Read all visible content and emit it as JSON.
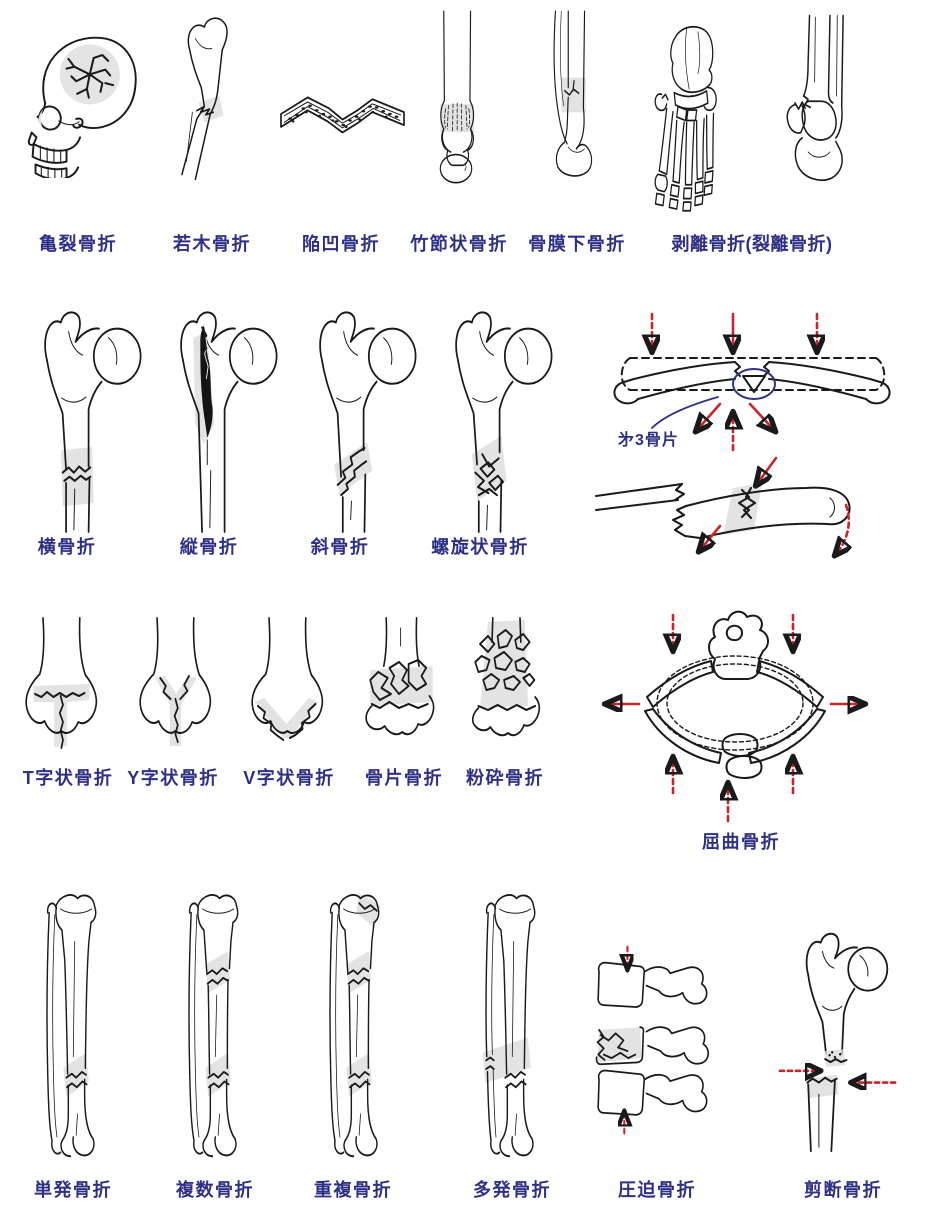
{
  "colors": {
    "label_text": "#2e3086",
    "arrow_red": "#c9252c",
    "line_black": "#1a1a1a",
    "shading_gray": "#dcdcdc"
  },
  "rows": [
    {
      "figures": [
        {
          "name": "skull-fissure",
          "label": "亀裂骨折"
        },
        {
          "name": "greenstick",
          "label": "若木骨折"
        },
        {
          "name": "depression",
          "label": "陥凹骨折"
        },
        {
          "name": "torus",
          "label": "竹節状骨折"
        },
        {
          "name": "subperiosteal",
          "label": "骨膜下骨折"
        },
        {
          "name": "avulsion",
          "label": "剥離骨折(裂離骨折)"
        }
      ]
    },
    {
      "figures": [
        {
          "name": "transverse",
          "label": "横骨折"
        },
        {
          "name": "longitudinal",
          "label": "縦骨折"
        },
        {
          "name": "oblique",
          "label": "斜骨折"
        },
        {
          "name": "spiral",
          "label": "螺旋状骨折"
        }
      ],
      "annotation": {
        "third_fragment": "㐧3骨片"
      }
    },
    {
      "figures": [
        {
          "name": "t-shaped",
          "label": "T字状骨折"
        },
        {
          "name": "y-shaped",
          "label": "Y字状骨折"
        },
        {
          "name": "v-shaped",
          "label": "V字状骨折"
        },
        {
          "name": "bone-fragment",
          "label": "骨片骨折"
        },
        {
          "name": "comminuted",
          "label": "粉砕骨折"
        },
        {
          "name": "bending",
          "label": "屈曲骨折"
        }
      ]
    },
    {
      "figures": [
        {
          "name": "single",
          "label": "単発骨折"
        },
        {
          "name": "multiple",
          "label": "複数骨折"
        },
        {
          "name": "segmental",
          "label": "重複骨折"
        },
        {
          "name": "multifocal",
          "label": "多発骨折"
        },
        {
          "name": "compression",
          "label": "圧迫骨折"
        },
        {
          "name": "shear",
          "label": "剪断骨折"
        }
      ]
    }
  ]
}
